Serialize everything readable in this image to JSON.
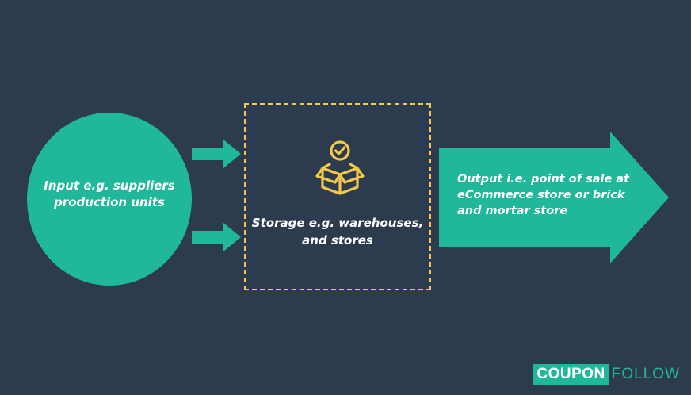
{
  "diagram": {
    "input": {
      "label": "Input e.g. suppliers production units"
    },
    "storage": {
      "label": "Storage e.g. warehouses, and stores",
      "icon": "package-check-icon"
    },
    "output": {
      "label": "Output i.e. point of sale at eCommerce store or brick and mortar store"
    }
  },
  "logo": {
    "part1": "COUPON",
    "part2": "FOLLOW"
  },
  "colors": {
    "background": "#2d3b4e",
    "accent": "#1fb89a",
    "storage_border": "#f2c94c",
    "icon": "#f2c94c",
    "text": "#ffffff"
  }
}
